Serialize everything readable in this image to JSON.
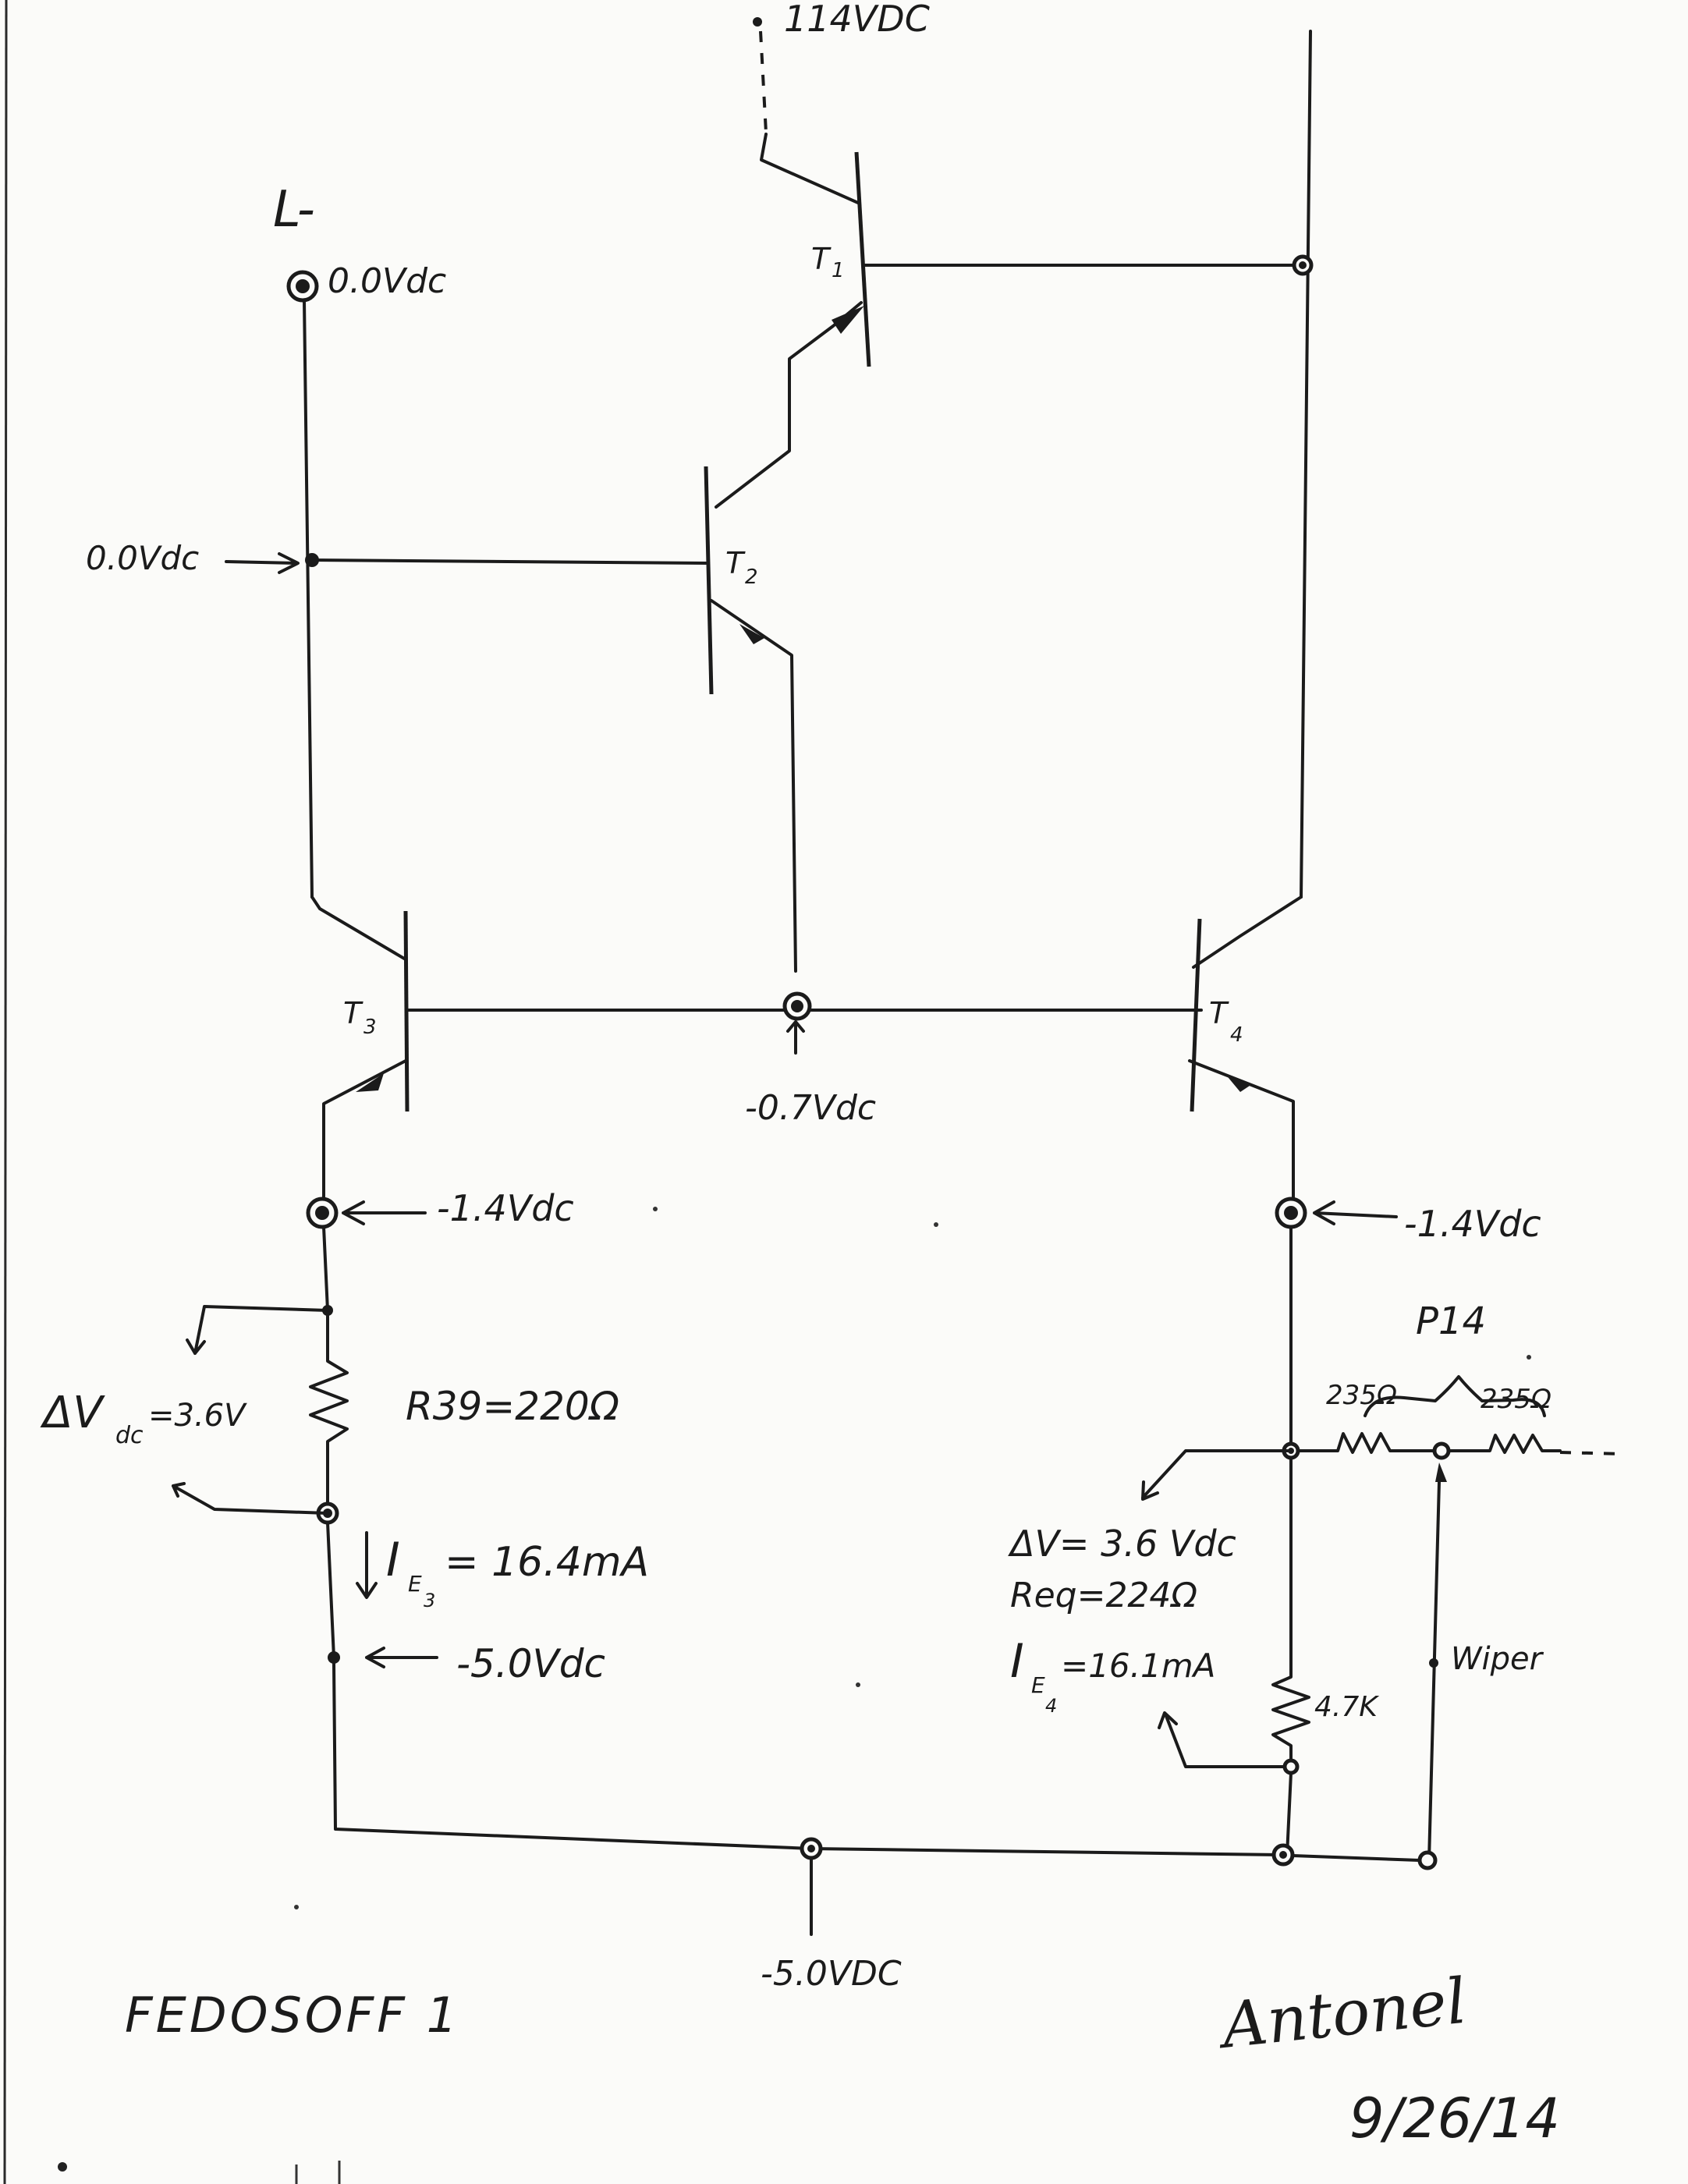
{
  "supply_top": "114VDC",
  "supply_bottom": "-5.0VDC",
  "terminal": {
    "name": "L-",
    "voltage": "0.0Vdc"
  },
  "t2_base_voltage": "0.0Vdc",
  "transistors": {
    "t1": "T",
    "t1_sub": "1",
    "t2": "T",
    "t2_sub": "2",
    "t3": "T",
    "t3_sub": "3",
    "t4": "T",
    "t4_sub": "4"
  },
  "base_node_voltage": "-0.7Vdc",
  "left_branch": {
    "emitter_voltage": "-1.4Vdc",
    "delta_v": "ΔV",
    "delta_v_sub": "dc",
    "delta_v_value": "=3.6V",
    "resistor_label": "R39=220Ω",
    "current_label": "I",
    "current_sub": "E",
    "current_subsub": "3",
    "current_value": "= 16.4mA",
    "bottom_voltage": "-5.0Vdc"
  },
  "right_branch": {
    "emitter_voltage": "-1.4Vdc",
    "pot_name": "P14",
    "pot_seg_left": "235Ω",
    "pot_seg_right": "235Ω",
    "delta_v": "ΔV= 3.6 Vdc",
    "req": "Req=224Ω",
    "current_label": "I",
    "current_sub": "E",
    "current_subsub": "4",
    "current_value": "=16.1mA",
    "resistor_value": "4.7K",
    "wiper_label": "Wiper"
  },
  "footer": {
    "title": "FEDOSOFF 1",
    "signature": "Antonel",
    "date": "9/26/14"
  }
}
